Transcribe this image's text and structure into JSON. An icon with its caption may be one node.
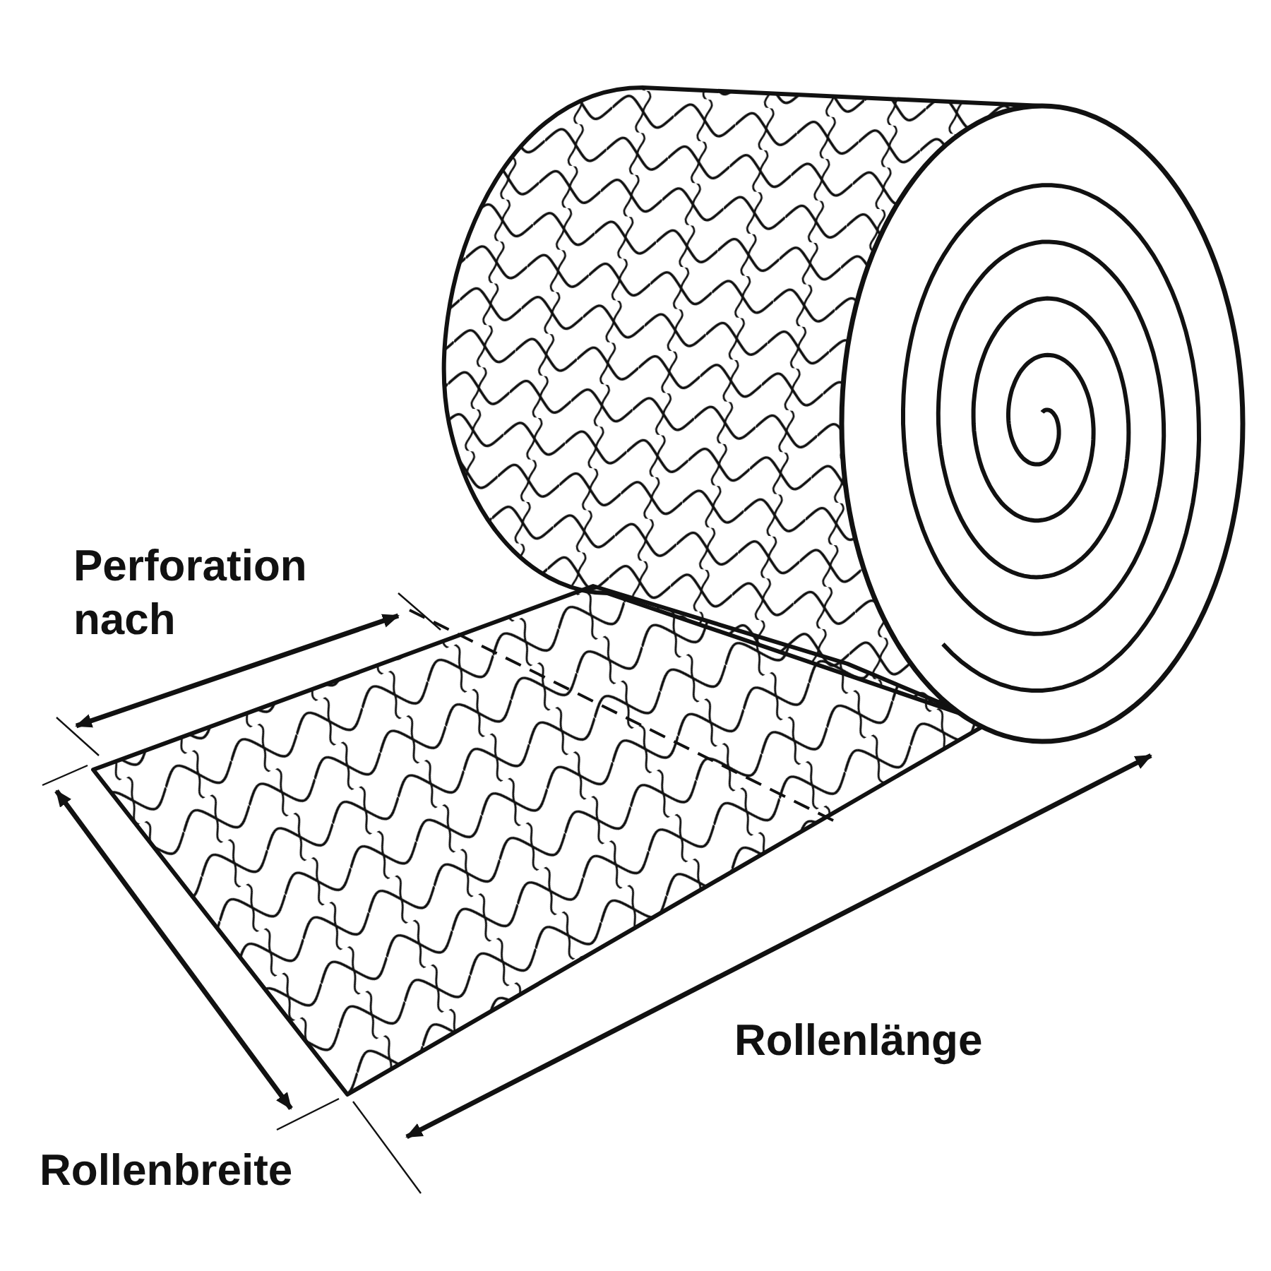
{
  "diagram": {
    "labels": [
      "Perforation nach",
      "Rollenlänge",
      "Rollenbreite"
    ]
  }
}
